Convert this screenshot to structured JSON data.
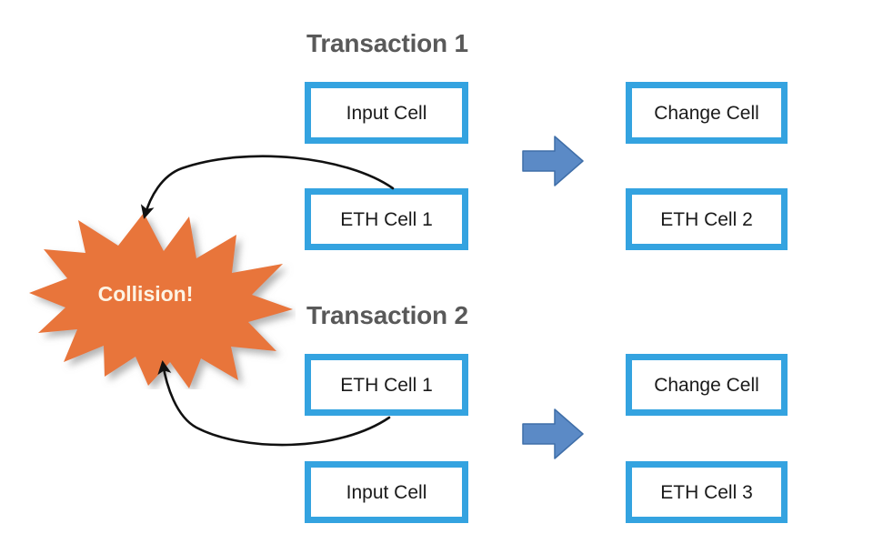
{
  "diagram": {
    "title_text": "",
    "background": "#ffffff",
    "colors": {
      "cell_border": "#34a3e0",
      "cell_fill": "#ffffff",
      "heading_text": "#595959",
      "cell_text": "#1a1a1a",
      "flow_arrow_fill": "#5b8ac6",
      "flow_arrow_stroke": "#3f6ea8",
      "burst_fill": "#e8743b",
      "burst_text": "#fdf3e3",
      "curve_stroke": "#1a1a1a"
    },
    "sections": [
      {
        "id": "transaction-1",
        "heading": "Transaction 1",
        "inputs": [
          {
            "label": "Input Cell"
          },
          {
            "label": "ETH Cell 1"
          }
        ],
        "outputs": [
          {
            "label": "Change Cell"
          },
          {
            "label": "ETH Cell 2"
          }
        ],
        "flow_arrow": "right-arrow-icon"
      },
      {
        "id": "transaction-2",
        "heading": "Transaction 2",
        "inputs": [
          {
            "label": "ETH Cell 1"
          },
          {
            "label": "Input Cell"
          }
        ],
        "outputs": [
          {
            "label": "Change Cell"
          },
          {
            "label": "ETH Cell 3"
          }
        ],
        "flow_arrow": "right-arrow-icon"
      }
    ],
    "collision": {
      "label": "Collision!",
      "shape": "starburst-icon"
    },
    "connectors": [
      {
        "id": "connector-top",
        "from": "transaction-1-eth-cell-1",
        "to": "collision",
        "style": "curved-arrow"
      },
      {
        "id": "connector-bottom",
        "from": "transaction-2-eth-cell-1",
        "to": "collision",
        "style": "curved-arrow"
      }
    ]
  }
}
